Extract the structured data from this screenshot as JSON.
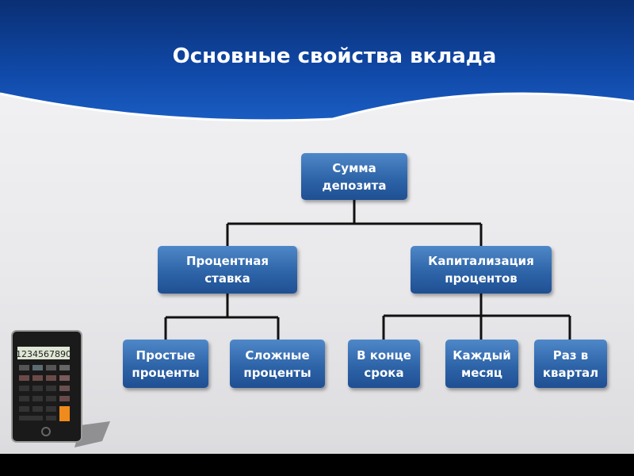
{
  "title": "Основные свойства вклада",
  "calculator_display": "1234567890",
  "nodes": {
    "root": "Сумма\nдепозита",
    "rate": "Процентная\nставка",
    "capitalization": "Капитализация\nпроцентов",
    "simple": "Простые\nпроценты",
    "compound": "Сложные\nпроценты",
    "end_of_term": "В конце\nсрока",
    "monthly": "Каждый\nмесяц",
    "quarterly": "Раз в\nквартал"
  },
  "colors": {
    "header": "#0d3d8c",
    "box": "#2e64a8",
    "accent_key": "#f08a1c"
  }
}
